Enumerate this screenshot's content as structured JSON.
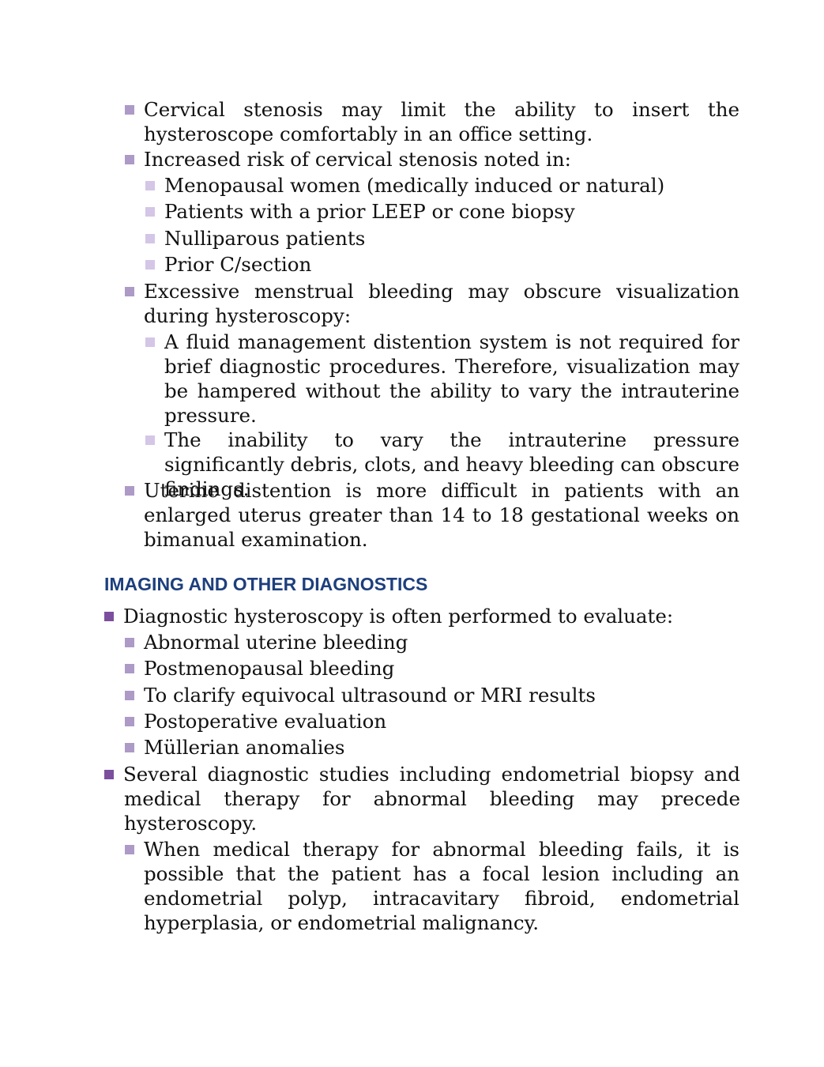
{
  "section1": {
    "items": [
      {
        "text": "Cervical stenosis may limit the ability to insert the hysteroscope comfortably in an office setting."
      },
      {
        "text": "Increased risk of cervical stenosis noted in:"
      },
      {
        "text": "Menopausal women (medically induced or natural)"
      },
      {
        "text": "Patients with a prior LEEP or cone biopsy"
      },
      {
        "text": "Nulliparous patients"
      },
      {
        "text": "Prior C/section"
      },
      {
        "text": "Excessive menstrual bleeding may obscure visualization during hysteroscopy:"
      },
      {
        "text": "A fluid management distention system is not required for brief diagnostic procedures. Therefore, visualization may be hampered without the ability to vary the intrauterine pressure."
      },
      {
        "text": "The inability to vary the intrauterine pressure significantly debris, clots, and heavy bleeding can obscure findings."
      },
      {
        "text": "Uterine distention is more difficult in patients with an enlarged uterus greater than 14 to 18 gestational weeks on bimanual examination."
      }
    ]
  },
  "section2": {
    "heading": "IMAGING AND OTHER DIAGNOSTICS",
    "items": [
      {
        "text": "Diagnostic hysteroscopy is often performed to evaluate:"
      },
      {
        "text": "Abnormal uterine bleeding"
      },
      {
        "text": "Postmenopausal bleeding"
      },
      {
        "text": "To clarify equivocal ultrasound or MRI results"
      },
      {
        "text": "Postoperative evaluation"
      },
      {
        "text": "Müllerian anomalies"
      },
      {
        "text": "Several diagnostic studies including endometrial biopsy and medical therapy for abnormal bleeding may precede hysteroscopy."
      },
      {
        "text": "When medical therapy for abnormal bleeding fails, it is possible that the patient has a focal lesion including an endometrial polyp, intracavitary fibroid, endometrial hyperplasia, or endometrial malignancy."
      }
    ]
  },
  "colors": {
    "heading": "#1d3f7d",
    "bullet_top": "#7b4f9e",
    "bullet_level1": "#ad9ac7",
    "bullet_level2": "#d4c6e6"
  }
}
